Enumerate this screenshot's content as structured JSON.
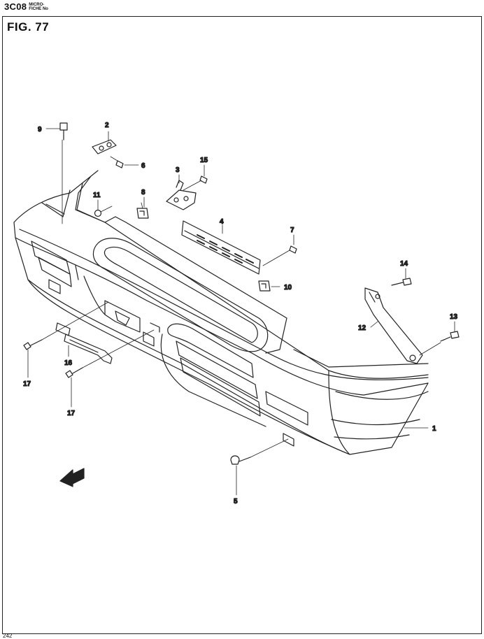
{
  "header": {
    "code": "3C08",
    "microfiche_line1": "MICRO-",
    "microfiche_line2": "FICHE No"
  },
  "figure": {
    "title": "FIG. 77"
  },
  "callouts": [
    {
      "id": "p1",
      "label": "1"
    },
    {
      "id": "p2",
      "label": "2"
    },
    {
      "id": "p3",
      "label": "3"
    },
    {
      "id": "p4",
      "label": "4"
    },
    {
      "id": "p5",
      "label": "5"
    },
    {
      "id": "p6",
      "label": "6"
    },
    {
      "id": "p7",
      "label": "7"
    },
    {
      "id": "p8",
      "label": "8"
    },
    {
      "id": "p9",
      "label": "9"
    },
    {
      "id": "p10",
      "label": "10"
    },
    {
      "id": "p11",
      "label": "11"
    },
    {
      "id": "p12",
      "label": "12"
    },
    {
      "id": "p13",
      "label": "13"
    },
    {
      "id": "p14",
      "label": "14"
    },
    {
      "id": "p15",
      "label": "15"
    },
    {
      "id": "p16",
      "label": "16"
    },
    {
      "id": "p17a",
      "label": "17"
    },
    {
      "id": "p17b",
      "label": "17"
    }
  ],
  "page_footer": "242"
}
